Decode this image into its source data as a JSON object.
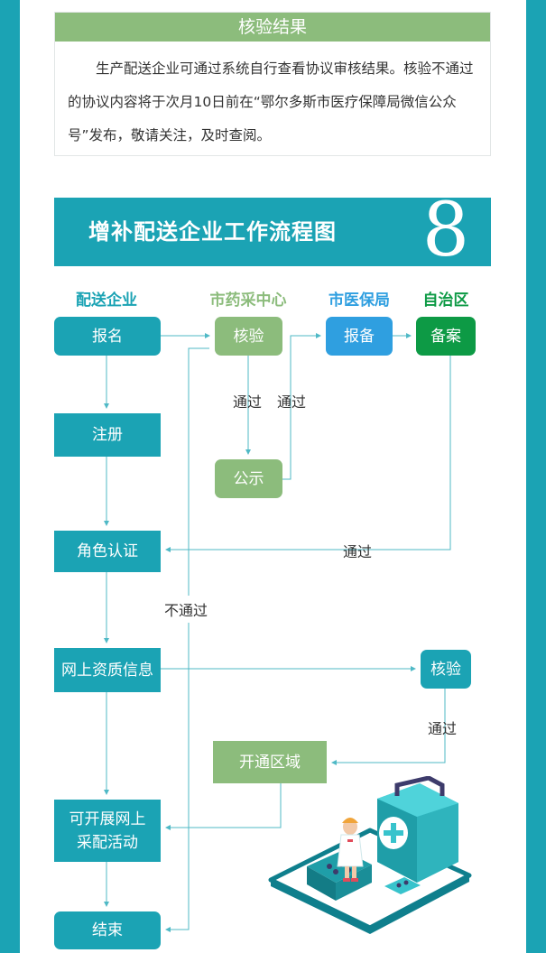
{
  "result_card": {
    "title": "核验结果",
    "text": "生产配送企业可通过系统自行查看协议审核结果。核验不通过的协议内容将于次月10日前在“鄂尔多斯市医疗保障局微信公众号”发布，敬请关注，及时查阅。"
  },
  "banner": {
    "title": "增补配送企业工作流程图",
    "number": "8"
  },
  "columns": [
    {
      "label": "配送企业",
      "color": "#1ba3b4"
    },
    {
      "label": "市药采中心",
      "color": "#8cbc7c"
    },
    {
      "label": "市医保局",
      "color": "#2f9fe0"
    },
    {
      "label": "自治区",
      "color": "#0d9a45"
    }
  ],
  "steps": {
    "signup": "报名",
    "verify": "核验",
    "file": "报备",
    "record": "备案",
    "register": "注册",
    "publicize": "公示",
    "role_cert": "角色认证",
    "qualification": "网上资质信息",
    "verify2": "核验",
    "open_region": "开通区域",
    "start_line1": "可开展网上",
    "start_line2": "采配活动",
    "end": "结束"
  },
  "edge_labels": {
    "pass1": "通过",
    "pass2": "通过",
    "pass3": "通过",
    "fail": "不通过",
    "pass4": "通过"
  }
}
